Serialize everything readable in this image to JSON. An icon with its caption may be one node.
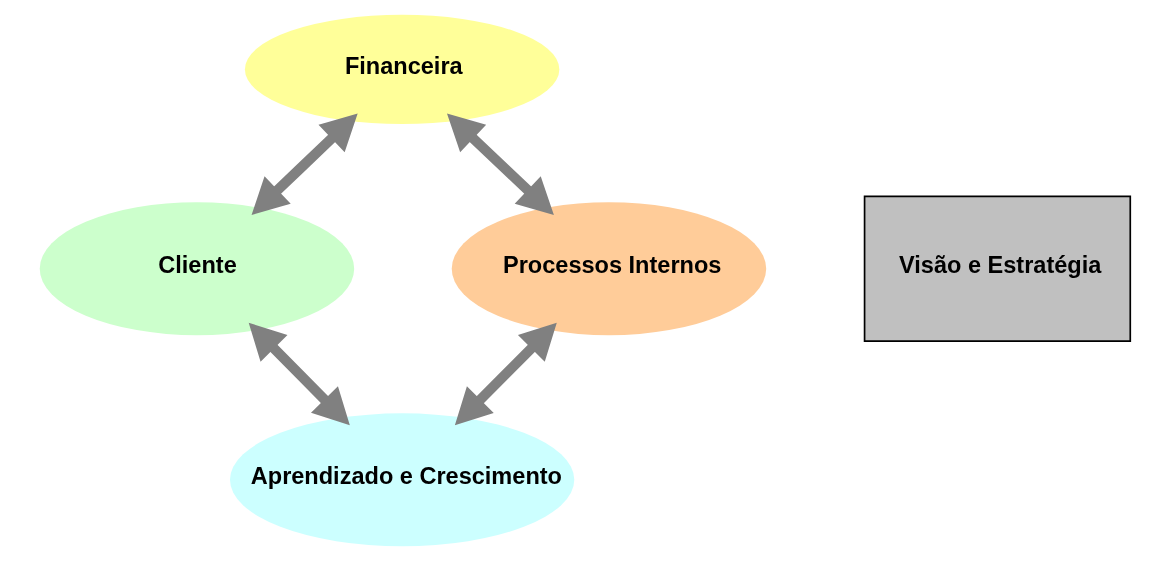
{
  "diagram": {
    "nodes": [
      {
        "text": [
          "Financeira"
        ]
      },
      {
        "text": [
          "Cliente"
        ]
      },
      {
        "text": [
          "Visão e Estratégia"
        ]
      },
      {
        "text": [
          "Processos Internos"
        ]
      },
      {
        "text": [
          "Aprendizado e Crescimento"
        ]
      }
    ],
    "edges": [
      {
        "from": 0,
        "to": 1,
        "arrow": "both"
      },
      {
        "from": 0,
        "to": 3,
        "arrow": "both"
      },
      {
        "from": 1,
        "to": 4,
        "arrow": "both"
      },
      {
        "from": 3,
        "to": 4,
        "arrow": "both"
      }
    ]
  }
}
